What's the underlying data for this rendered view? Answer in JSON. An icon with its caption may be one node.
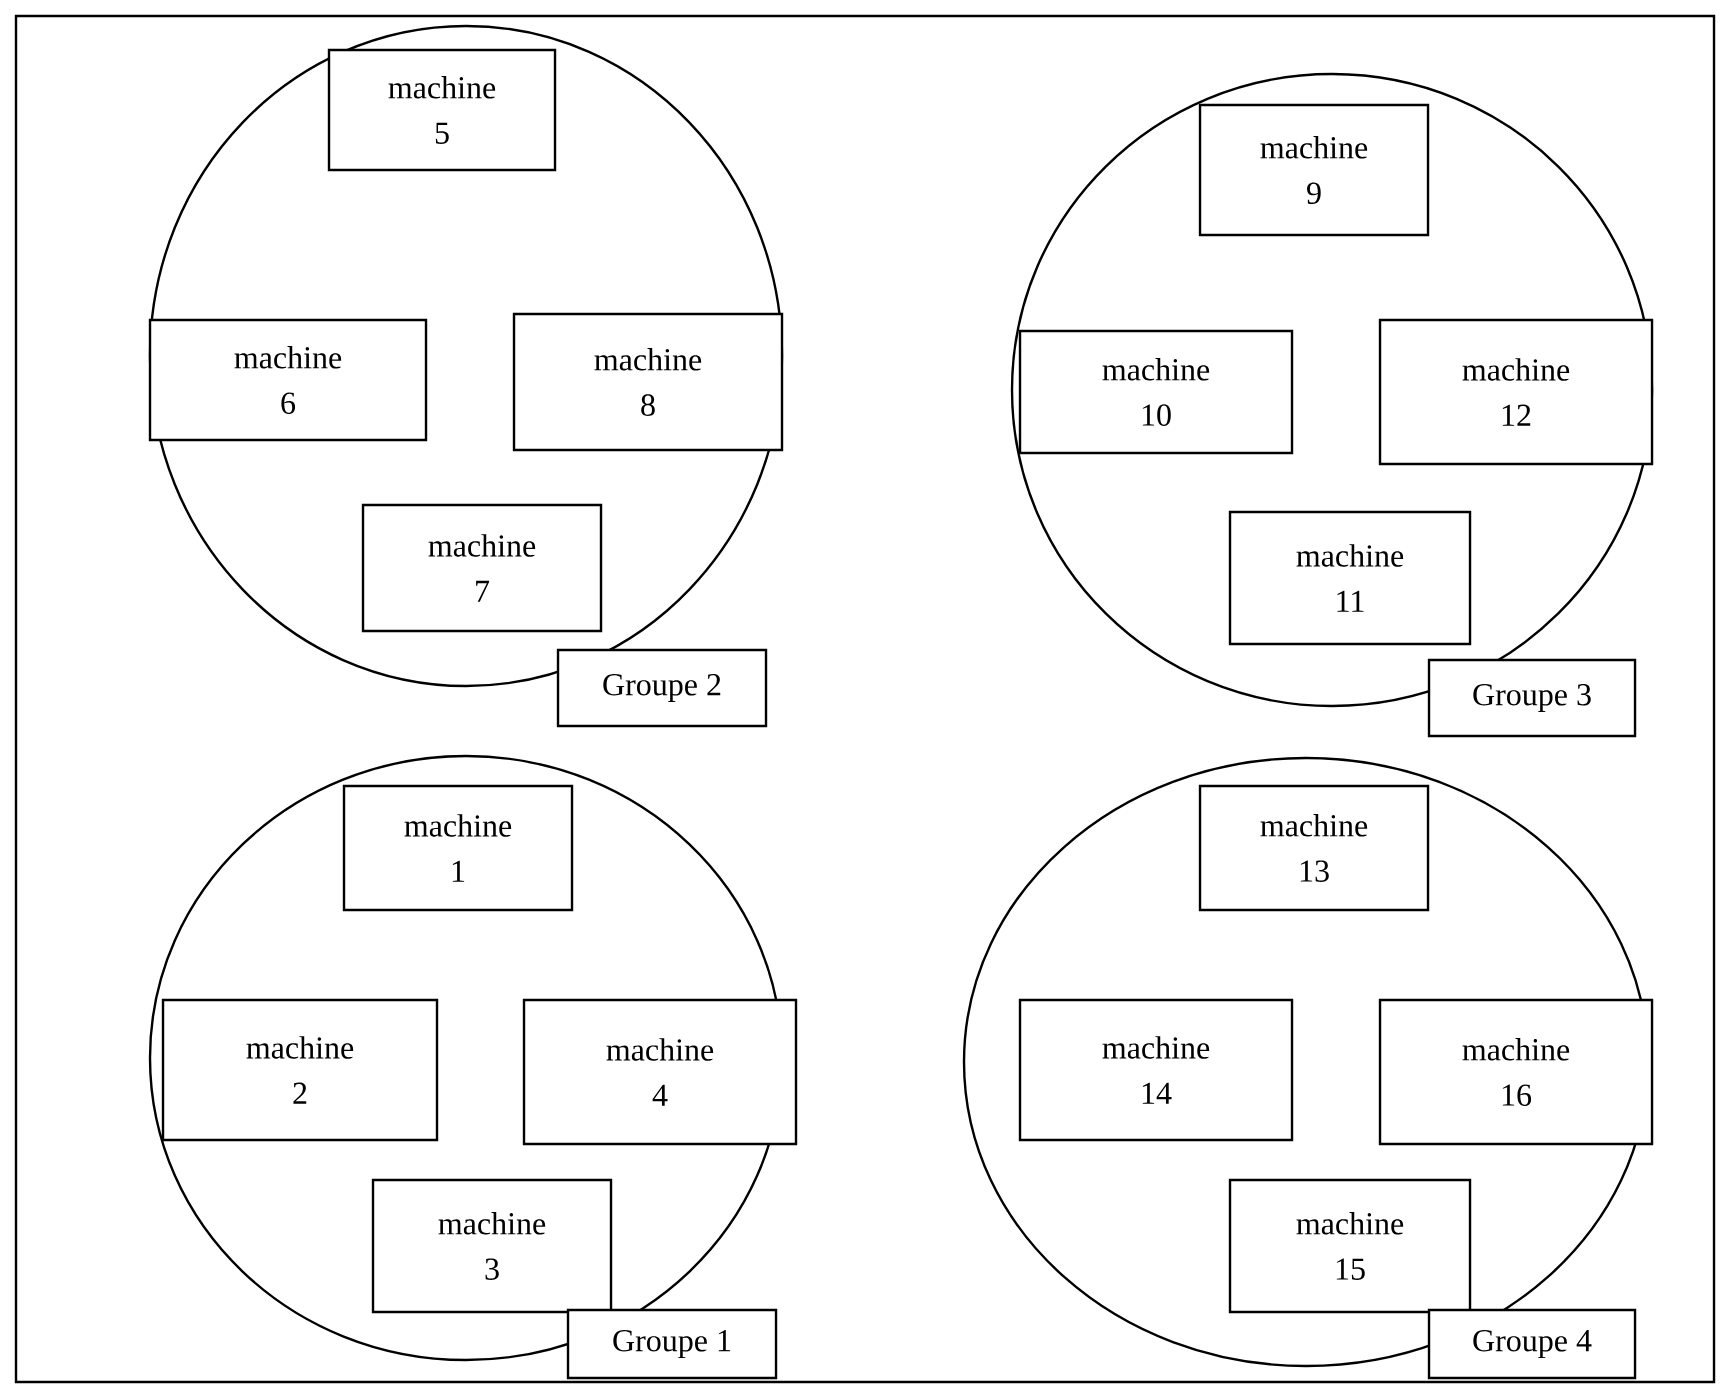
{
  "diagram": {
    "nodes": [
      {
        "text": [],
        "shape": "circle"
      },
      {
        "text": [
          "machine 5"
        ],
        "in": 0
      },
      {
        "text": [
          "machine 6"
        ],
        "in": 0
      },
      {
        "text": [
          "machine 8"
        ],
        "in": 0
      },
      {
        "text": [
          "machine 7"
        ],
        "in": 0
      },
      {
        "text": [
          "Groupe 2"
        ]
      },
      {
        "text": [],
        "shape": "circle"
      },
      {
        "text": [
          "machine 9"
        ],
        "in": 6
      },
      {
        "text": [
          "machine 10"
        ],
        "in": 6
      },
      {
        "text": [
          "machine 12"
        ],
        "in": 6
      },
      {
        "text": [
          "machine 11"
        ],
        "in": 6
      },
      {
        "text": [
          "Groupe 3"
        ]
      },
      {
        "text": [],
        "shape": "circle"
      },
      {
        "text": [
          "machine 1"
        ],
        "in": 12
      },
      {
        "text": [
          "machine 2"
        ],
        "in": 12
      },
      {
        "text": [
          "machine 4"
        ],
        "in": 12
      },
      {
        "text": [
          "machine 3"
        ],
        "in": 12
      },
      {
        "text": [
          "Groupe 1"
        ]
      },
      {
        "text": [],
        "shape": "circle"
      },
      {
        "text": [
          "machine 13"
        ],
        "in": 18
      },
      {
        "text": [
          "machine 14"
        ],
        "in": 18
      },
      {
        "text": [
          "machine 16"
        ],
        "in": 18
      },
      {
        "text": [
          "machine 15"
        ],
        "in": 18
      },
      {
        "text": [
          "Groupe 4"
        ]
      }
    ]
  }
}
